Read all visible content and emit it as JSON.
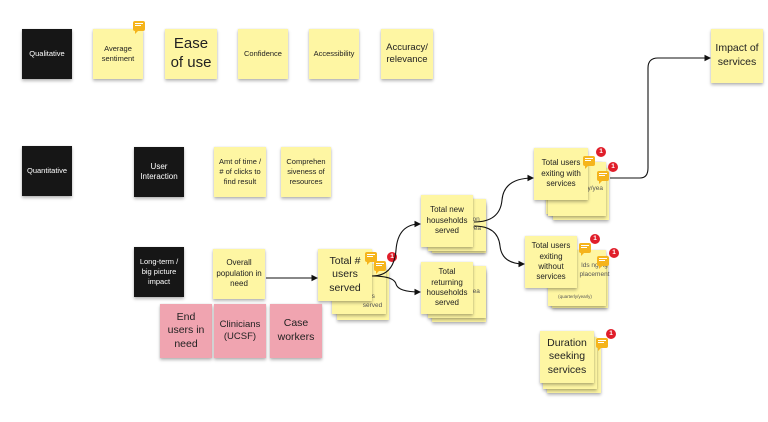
{
  "board": {
    "categories": {
      "qualitative": "Qualitative",
      "quantitative": "Quantitative",
      "user_interaction": "User Interaction",
      "long_term": "Long-term / big picture impact"
    },
    "qualitative_notes": {
      "average_sentiment": "Average sentiment",
      "ease_of_use": "Ease of use",
      "confidence": "Confidence",
      "accessibility": "Accessibility",
      "accuracy_relevance": "Accuracy/ relevance"
    },
    "interaction_notes": {
      "amt_of_time": "Amt of time / # of clicks to find result",
      "comprehensiveness": "Comprehen siveness of resources"
    },
    "flow_notes": {
      "overall_population": "Overall population in need",
      "total_users_served": "Total # users served",
      "total_new_households": "Total new households served",
      "total_returning_households": "Total returning households served",
      "total_users_exiting_with": "Total users exiting with services",
      "total_users_exiting_without": "Total users exiting without services",
      "duration_seeking": "Duration seeking services",
      "impact_of_services": "Impact of services"
    },
    "peek_texts": {
      "users_served_peek": "ls served",
      "new_households_peek": "/mon ly/yea",
      "returning_peek": "g ea",
      "with_services_peek": "ly/yea",
      "without_services_peek": "lds ng ng placement",
      "without_services_peek2": "(quarterly/yearly)"
    },
    "stakeholders": {
      "end_users": "End users in need",
      "clinicians": "Clinicians (UCSF)",
      "case_workers": "Case workers"
    },
    "badges": {
      "users_served_count": "1",
      "with_services_count_a": "1",
      "with_services_count_b": "1",
      "without_services_count_a": "1",
      "without_services_count_b": "1",
      "duration_count": "1"
    },
    "colors": {
      "sticky_yellow": "#fef6a3",
      "sticky_black": "#161616",
      "sticky_pink": "#f0a4b0",
      "comment_orange": "#f5b41c",
      "badge_red": "#e01e2a"
    },
    "icons": {
      "comment": "comment-icon",
      "badge": "notification-badge"
    }
  }
}
